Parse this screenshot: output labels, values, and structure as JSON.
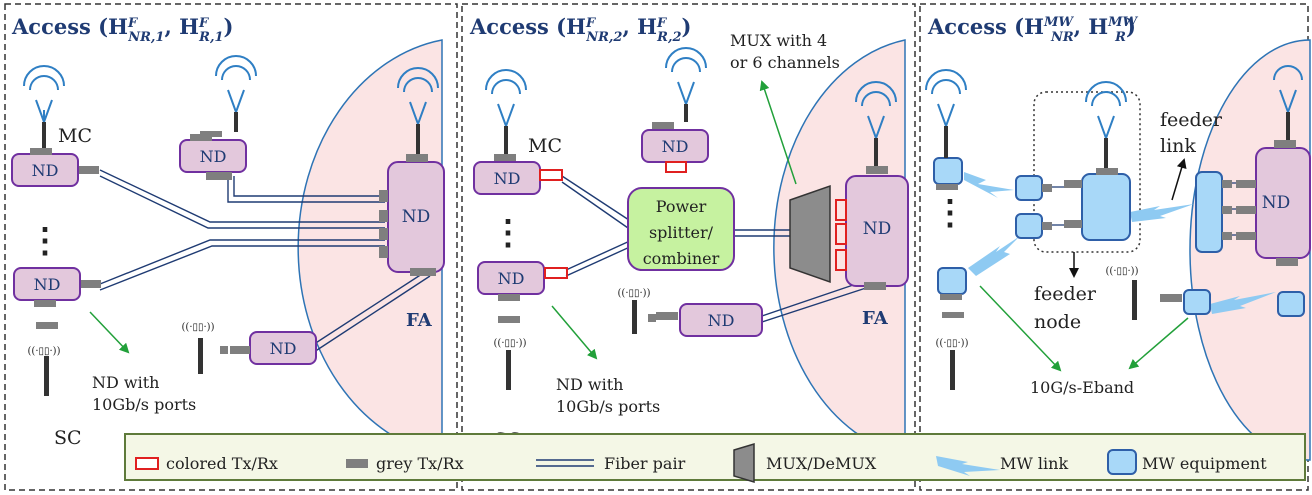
{
  "panels": [
    {
      "title": "Access (H",
      "sub1": "NR,1",
      "sup1": "F",
      "sub2": "R,1",
      "sup2": "F",
      "mid": ", H",
      "end": ")"
    },
    {
      "title": "Access (H",
      "sub1": "NR,2",
      "sup1": "F",
      "sub2": "R,2",
      "sup2": "F",
      "mid": ", H",
      "end": ")"
    },
    {
      "title": "Access (H",
      "sub1": "NR",
      "sup1": "MW",
      "sub2": "R",
      "sup2": "MW",
      "mid": ", H",
      "end": ")"
    }
  ],
  "labels": {
    "nd": "ND",
    "mc": "MC",
    "sc": "SC",
    "fa": "FA",
    "dots": "⋮",
    "nd_with_1": "ND with",
    "nd_with_2": "10Gb/s ports",
    "mux_note_1": "MUX with 4",
    "mux_note_2": "or 6 channels",
    "splitter_1": "Power",
    "splitter_2": "splitter/",
    "splitter_3": "combiner",
    "feeder_link_1": "feeder",
    "feeder_link_2": "link",
    "feeder_node_1": "feeder",
    "feeder_node_2": "node",
    "eband": "10G/s-Eband"
  },
  "legend": {
    "colored": "colored Tx/Rx",
    "grey": "grey Tx/Rx",
    "fiber": "Fiber pair",
    "mux": "MUX/DeMUX",
    "mw_link": "MW link",
    "mw_equipment": "MW equipment"
  },
  "colors": {
    "nd_fill": "#e3c8dc",
    "nd_stroke": "#7030a0",
    "fa_fill": "#fbe4e4",
    "fa_stroke": "#2e74b5",
    "colored_txrx": "#e02020",
    "grey_txrx": "#7f7f7f",
    "fiber": "#1f3b73",
    "splitter_fill": "#c6f2a0",
    "mw_fill": "#a8d8f8",
    "mw_stroke": "#2e5fa8",
    "arrow": "#22a03a",
    "legend_bg": "#f4f7e6",
    "legend_border": "#5e7a3a",
    "antenna": "#2f7fc4"
  }
}
